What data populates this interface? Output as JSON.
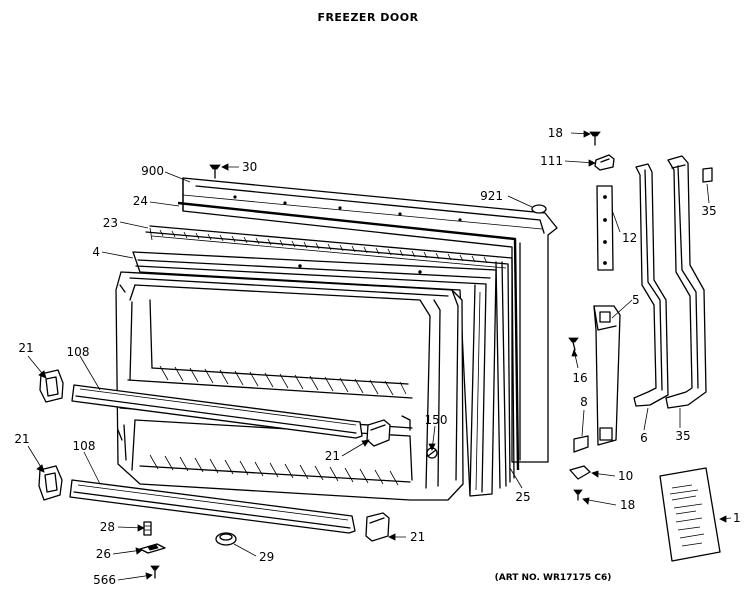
{
  "title": "FREEZER DOOR",
  "art_no": "(ART NO. WR17175 C6)",
  "callouts": [
    "18",
    "111",
    "921",
    "35",
    "900",
    "30",
    "24",
    "23",
    "4",
    "12",
    "5",
    "16",
    "21",
    "108",
    "21",
    "108",
    "150",
    "21",
    "8",
    "6",
    "35",
    "10",
    "18",
    "25",
    "28",
    "26",
    "566",
    "29",
    "21",
    "1"
  ]
}
